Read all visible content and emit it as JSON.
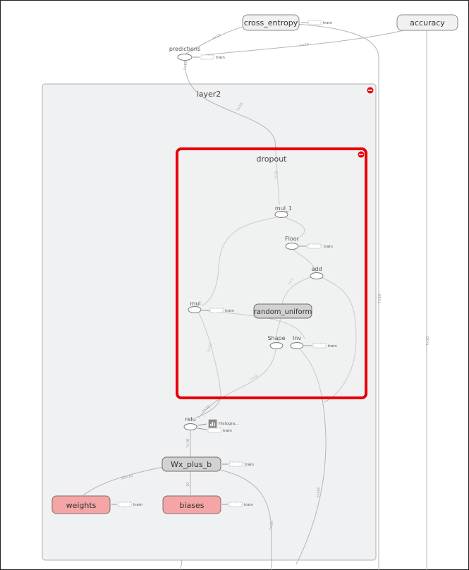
{
  "top_nodes": {
    "cross_entropy": "cross_entropy",
    "accuracy": "accuracy",
    "predictions": "predictions"
  },
  "groups": {
    "layer2": "layer2",
    "dropout": "dropout"
  },
  "ops": {
    "mul_1": "mul_1",
    "floor": "Floor",
    "add": "add",
    "mul": "mul",
    "random_uniform": "random_uniform",
    "shape": "Shape",
    "inv": "Inv",
    "relu": "relu",
    "histogram": "Histogra...",
    "wx_plus_b": "Wx_plus_b",
    "weights": "weights",
    "biases": "biases"
  },
  "aux_label": "train",
  "colors": {
    "highlight": "#e8000b",
    "variable_fill": "#f4a5a5",
    "group_fill": "#f0f1f2",
    "meta_fill": "#d2d2d2"
  }
}
